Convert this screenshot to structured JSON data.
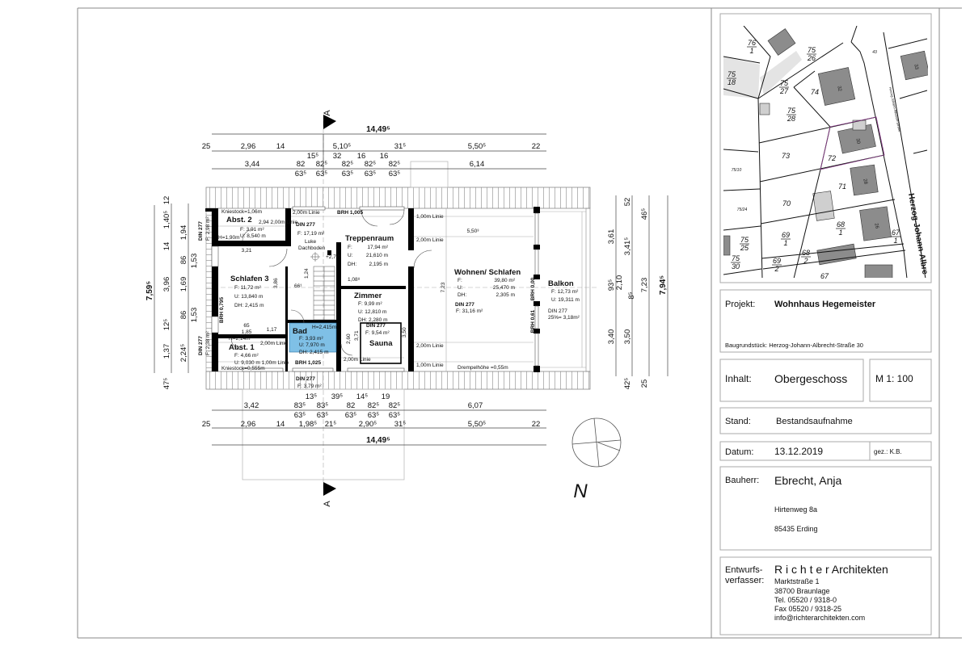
{
  "title_block": {
    "projekt_label": "Projekt:",
    "projekt_value": "Wohnhaus Hegemeister",
    "baugrundstueck": "Baugrundstück: Herzog-Johann-Albrecht-Straße 30",
    "inhalt_label": "Inhalt:",
    "inhalt_value": "Obergeschoss",
    "scale": "M 1: 100",
    "stand_label": "Stand:",
    "stand_value": "Bestandsaufnahme",
    "datum_label": "Datum:",
    "datum_value": "13.12.2019",
    "gez": "gez.: K.B.",
    "bauherr_label": "Bauherr:",
    "bauherr_name": "Ebrecht, Anja",
    "bauherr_street": "Hirtenweg 8a",
    "bauherr_city": "85435 Erding",
    "entwurf_label_1": "Entwurfs-",
    "entwurf_label_2": "verfasser:",
    "architect_name": "R i c h t e r Architekten",
    "architect_lines": [
      "Marktstraße 1",
      "38700 Braunlage",
      "Tel. 05520 / 9318-0",
      "Fax 05520 / 9318-25",
      "info@richterarchitekten.com"
    ]
  },
  "site_map": {
    "parcels": [
      {
        "num": "76",
        "den": "1"
      },
      {
        "num": "75",
        "den": "26"
      },
      {
        "num": "75",
        "den": "18"
      },
      {
        "num": "75",
        "den": "27"
      },
      {
        "num": "75",
        "den": "28"
      },
      {
        "num": "69",
        "den": "1"
      },
      {
        "num": "68",
        "den": "1"
      },
      {
        "num": "67",
        "den": "1"
      },
      {
        "num": "75",
        "den": "25"
      },
      {
        "num": "75",
        "den": "30"
      },
      {
        "num": "69",
        "den": "2"
      },
      {
        "num": "68",
        "den": "2"
      }
    ],
    "plots": [
      "74",
      "73",
      "72",
      "71",
      "70",
      "67"
    ],
    "small_plots": [
      "75/10",
      "75/24",
      "43"
    ],
    "house_numbers": [
      "32",
      "30",
      "28",
      "26",
      "33"
    ],
    "street_label": "Herzog-Johann-Albrecht-Straße",
    "street_label_large": "Herzog-Johann-Albre"
  },
  "plan": {
    "section_label": "A",
    "north_label": "N",
    "dims_top": {
      "total": "14,49⁵",
      "row2": [
        "25",
        "2,96",
        "14",
        "5,10⁵",
        "31⁵",
        "5,50⁵",
        "22"
      ],
      "row3_upper": [
        "3,44",
        "82",
        "15⁵",
        "82⁵",
        "32",
        "82⁵",
        "16",
        "82⁵",
        "16",
        "82⁵",
        "6,14"
      ],
      "row3_lower": [
        "63⁵",
        "63⁵",
        "63⁵",
        "63⁵",
        "63⁵"
      ]
    },
    "dims_bottom": {
      "total": "14,49⁵",
      "row1_upper": [
        "3,42",
        "83⁵",
        "13⁵",
        "83⁵",
        "39⁵",
        "82",
        "14⁵",
        "82⁵",
        "19",
        "82⁵",
        "6,07"
      ],
      "row1_lower": [
        "63⁵",
        "63⁵",
        "63⁵",
        "63⁵",
        "63⁵"
      ],
      "row2": [
        "25",
        "2,96",
        "14",
        "1,98⁵",
        "21⁵",
        "2,90⁵",
        "31⁵",
        "5,50⁵",
        "22"
      ]
    },
    "dims_left": {
      "total": "7,59⁵",
      "col2": [
        "12",
        "1,40⁵",
        "14",
        "3,96",
        "12⁵",
        "1,37",
        "47⁵"
      ],
      "col3": [
        "1,94",
        "86",
        "1,69",
        "86",
        "2,24⁵"
      ],
      "col3b": [
        "1,53",
        "1,53"
      ]
    },
    "dims_right": {
      "col1": [
        "3,61",
        "93⁵",
        "3,40"
      ],
      "col2": [
        "52",
        "3,41⁵",
        "2,10",
        "8⁵",
        "3,50",
        "42⁵"
      ],
      "col3": [
        "46⁵",
        "7,23",
        "25"
      ],
      "total": "7,94⁵"
    },
    "rooms": {
      "abst2": {
        "name": "Abst. 2",
        "area": "F:   3,91 m²",
        "perimeter": "U:  8,540 m",
        "kniestock": "Kniestock=1,06m",
        "height": "H=1,90m",
        "note": "2,94   2,00m Linie"
      },
      "schlafen3": {
        "name": "Schlafen 3",
        "area": "F:      11,72 m²",
        "perimeter": "U:   13,840 m",
        "dh": "DH:  2,415 m",
        "brh": "BRH 0,795",
        "width": "3,21",
        "depth": "3,86"
      },
      "abst1": {
        "name": "Abst. 1",
        "area": "F:   4,66 m²",
        "perimeter": "U: 9,030 m  1,00m Linie",
        "kniestock": "Kniestock=0,555m",
        "height": "H=2,14m",
        "note": "2,00m Linie",
        "d1": "65",
        "d2": "1,85",
        "d3": "1,17"
      },
      "flur": {
        "din": "DIN 277",
        "area": "F: 17,19 m²",
        "line": "2,00m Linie",
        "brh": "BRH 1,005",
        "luke1": "Luke",
        "luke2": "Dachboden",
        "level": "+2,77⁵",
        "stair_w": "1,24",
        "stair_a": "66¹"
      },
      "treppenraum": {
        "name": "Treppenraum",
        "area_label": "F:",
        "area": "17,94 m²",
        "perimeter_label": "U:",
        "perimeter": "21,610 m",
        "dh_label": "DH:",
        "dh": "2,195 m",
        "d1": "1,08⁸"
      },
      "zimmer": {
        "name": "Zimmer",
        "area": "F:     9,99 m²",
        "perimeter": "U: 12,810 m",
        "dh": "DH: 2,280 m",
        "d1": "3,71",
        "d2": "2,60"
      },
      "sauna": {
        "name": "Sauna",
        "din": "DIN 277",
        "area": "F: 9,54 m²",
        "depth": "3,50",
        "line": "2,00m Linie"
      },
      "bad": {
        "name": "Bad",
        "height": "H=2,415m",
        "area": "F:      3,93 m²",
        "perimeter": "U:     7,970 m",
        "dh": "DH: 2,415 m",
        "brh": "BRH 1,025",
        "din": "DIN 277",
        "din_area": "F: 3,79 m²"
      },
      "wohnen": {
        "name": "Wohnen/ Schlafen",
        "area_label": "F:",
        "area": "39,80 m²",
        "perimeter_label": "U:",
        "perimeter": "25,470 m",
        "dh_label": "DH:",
        "dh": "2,305 m",
        "din": "DIN 277",
        "din_area": "F: 31,16 m²",
        "width": "5,50³",
        "depth": "7,23",
        "brh1": "BRH 0,00",
        "brh2": "BRH 0,61",
        "line1": "1,00m Linie",
        "line2": "2,00m Linie",
        "line3": "2,00m Linie",
        "line4": "1,00m Linie",
        "drempel": "Drempelhöhe =0,55m"
      },
      "balkon": {
        "name": "Balkon",
        "area": "F:   12,73 m²",
        "perimeter": "U: 19,311 m",
        "din": "DIN 277",
        "din_area": "25%= 3,18m²"
      },
      "side_left_top": {
        "din": "DIN 277",
        "area": "F: 2,98 m²"
      },
      "side_left_bottom": {
        "din": "DIN 277",
        "area": "F: 2,38 m²"
      }
    }
  }
}
